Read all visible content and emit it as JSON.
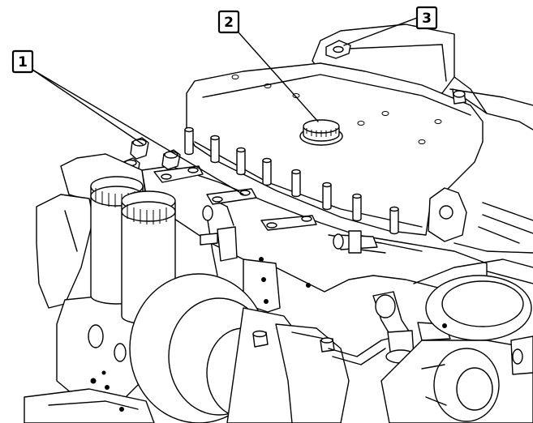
{
  "diagram": {
    "subject": "engine",
    "callouts": [
      {
        "label": "1",
        "part": "valve-cover-bolt"
      },
      {
        "label": "2",
        "part": "oil-filler-cap"
      },
      {
        "label": "3",
        "part": "rear-lifting-eye"
      }
    ]
  },
  "colors": {
    "line": "#000000",
    "paper": "#ffffff"
  }
}
